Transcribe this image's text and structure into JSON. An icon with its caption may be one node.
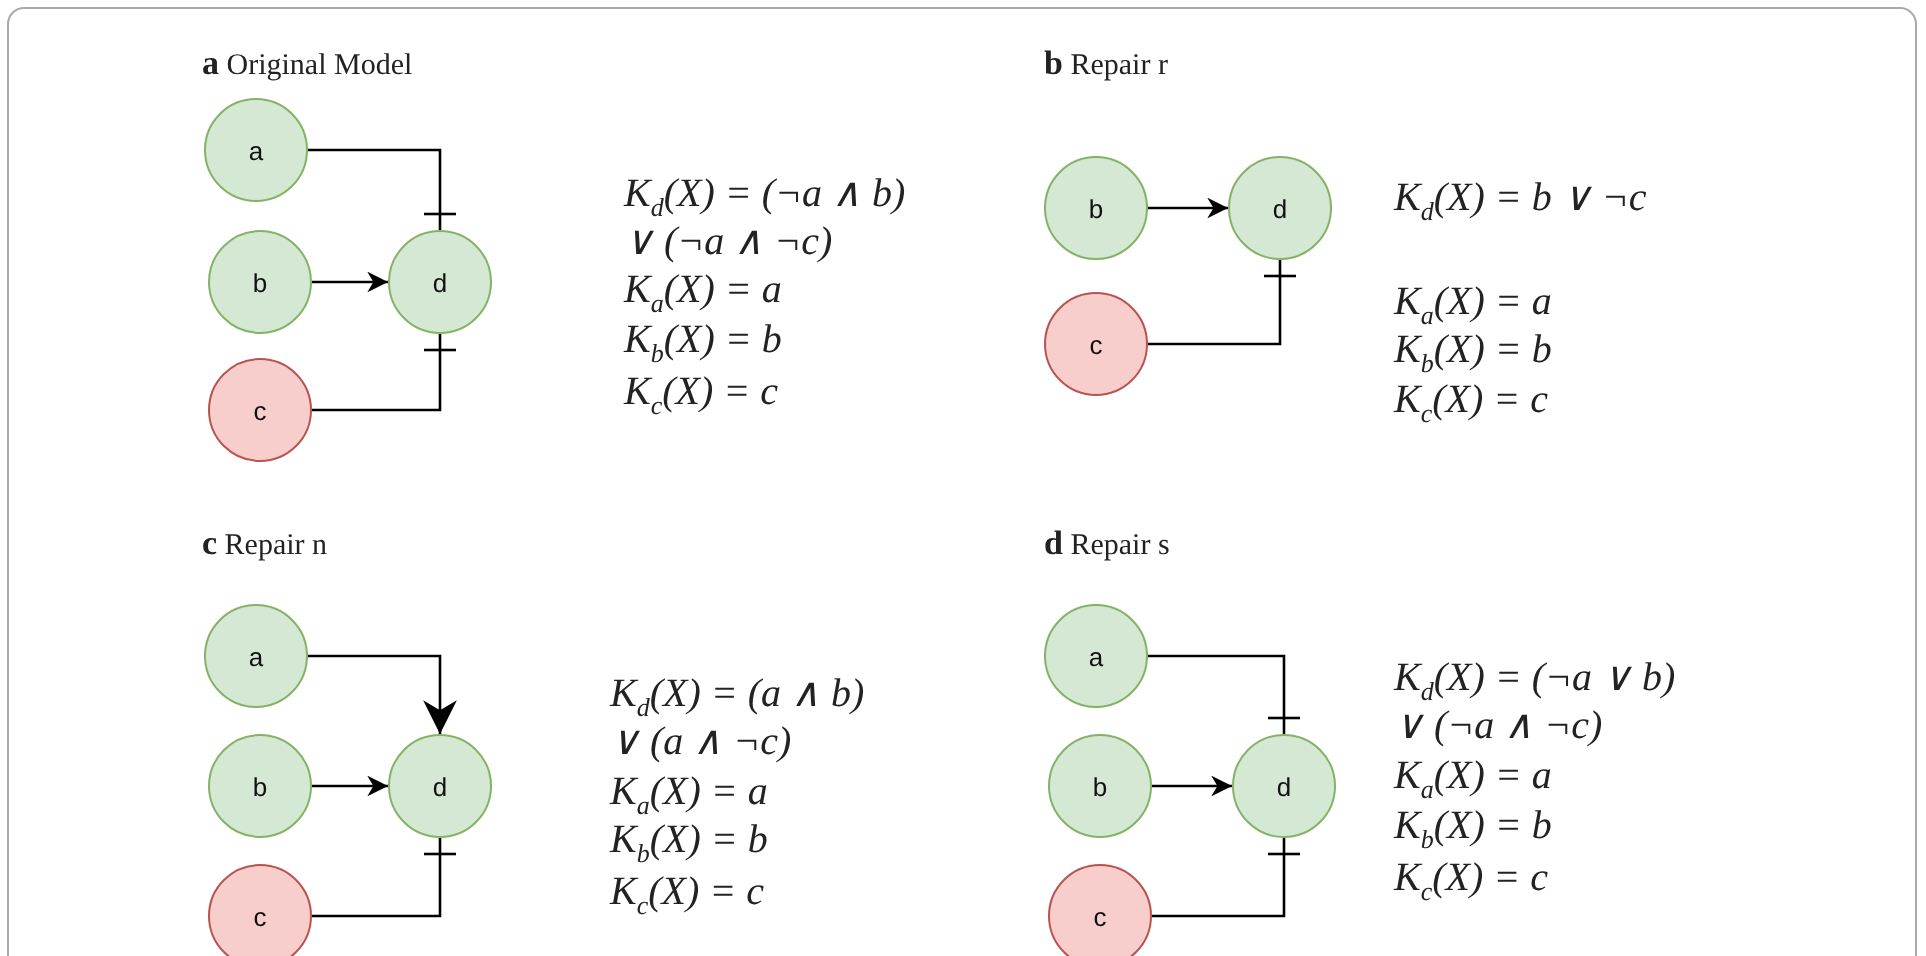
{
  "diagram": {
    "nodes": [
      {
        "text": [
          "a"
        ]
      },
      {
        "text": [
          "b"
        ]
      },
      {
        "text": [
          "c"
        ]
      },
      {
        "text": [
          "d"
        ]
      },
      {
        "text": [
          "b"
        ]
      },
      {
        "text": [
          "c"
        ]
      },
      {
        "text": [
          "d"
        ]
      },
      {
        "text": [
          "a"
        ]
      },
      {
        "text": [
          "b"
        ]
      },
      {
        "text": [
          "c"
        ]
      },
      {
        "text": [
          "d"
        ]
      },
      {
        "text": [
          "a"
        ]
      },
      {
        "text": [
          "b"
        ]
      },
      {
        "text": [
          "c"
        ]
      },
      {
        "text": [
          "d"
        ]
      }
    ],
    "edges": [
      {
        "from": 0,
        "to": 3,
        "arrow": "other"
      },
      {
        "from": 1,
        "to": 3,
        "arrow": "to"
      },
      {
        "from": 2,
        "to": 3,
        "arrow": "other"
      },
      {
        "from": 4,
        "to": 6,
        "arrow": "to"
      },
      {
        "from": 5,
        "to": 6,
        "arrow": "other"
      },
      {
        "from": 7,
        "to": 10,
        "arrow": "to"
      },
      {
        "from": 8,
        "to": 10,
        "arrow": "to"
      },
      {
        "from": 9,
        "to": 10,
        "arrow": "other"
      },
      {
        "from": 11,
        "to": 14,
        "arrow": "other"
      },
      {
        "from": 12,
        "to": 14,
        "arrow": "to"
      },
      {
        "from": 13,
        "to": 14,
        "arrow": "other"
      }
    ],
    "labels": [
      "**a** Original Model",
      "**b** Repair r",
      "K$_{d}$(X) = (¬a ∧ b)",
      "∨ (¬a ∧ ¬c)",
      "K$_{a}$(X) = a",
      "K$_{b}$(X) = b",
      "K$_{c}$(X) = c",
      "K$_{d}$(X) = b ∨ ¬c",
      "K$_{a}$(X) = a",
      "K$_{b}$(X) = b",
      "K$_{c}$(X) = c",
      "**c** Repair n",
      "**d** Repair s",
      "K$_{d}$(X) = (a ∧ b)",
      "∨ (a ∧ ¬c)",
      "K$_{a}$(X) = a",
      "K$_{b}$(X) = b",
      "K$_{c}$(X) = c",
      "K$_{d}$(X) = (¬a ∨ b)",
      "∨ (¬a ∧ ¬c)",
      "K$_{a}$(X) = a",
      "K$_{b}$(X) = b",
      "K$_{c}$(X) = c"
    ]
  }
}
